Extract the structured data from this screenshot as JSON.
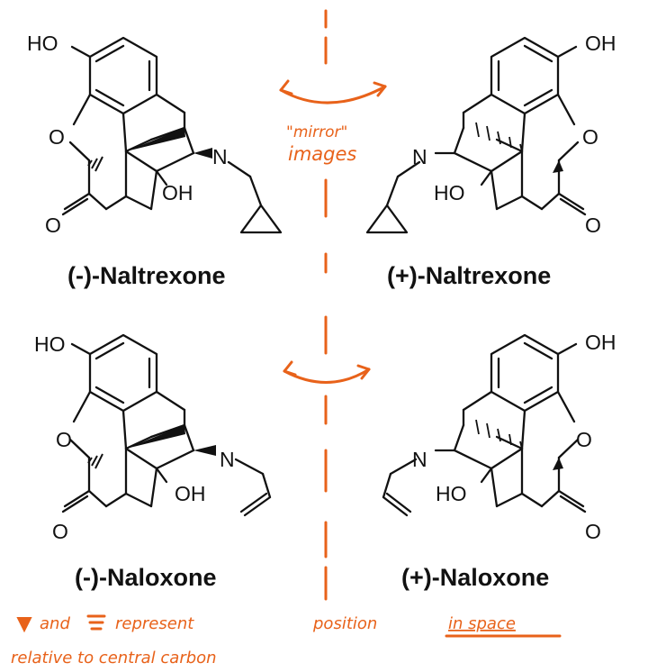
{
  "molecules": {
    "tl": {
      "name": "(-)-Naltrexone",
      "atoms": {
        "hydroxyl_top": "HO",
        "ether_o": "O",
        "ketone_o": "O",
        "amine_n": "N",
        "hydroxyl_14": "OH"
      }
    },
    "tr": {
      "name": "(+)-Naltrexone",
      "atoms": {
        "hydroxyl_top": "OH",
        "ether_o": "O",
        "ketone_o": "O",
        "amine_n": "N",
        "hydroxyl_14": "HO"
      }
    },
    "bl": {
      "name": "(-)-Naloxone",
      "atoms": {
        "hydroxyl_top": "HO",
        "ether_o": "O",
        "ketone_o": "O",
        "amine_n": "N",
        "hydroxyl_14": "OH"
      }
    },
    "br": {
      "name": "(+)-Naloxone",
      "atoms": {
        "hydroxyl_top": "OH",
        "ether_o": "O",
        "ketone_o": "O",
        "amine_n": "N",
        "hydroxyl_14": "HO"
      }
    }
  },
  "annotations": {
    "mirror_label_line1": "\"mirror\"",
    "mirror_label_line2": "images",
    "footnote_line1_a": "and",
    "footnote_line1_b": "represent",
    "footnote_line1_c": "position",
    "footnote_line1_d": "in space",
    "footnote_line2": "relative to central carbon",
    "accent_color": "#e8621a"
  }
}
